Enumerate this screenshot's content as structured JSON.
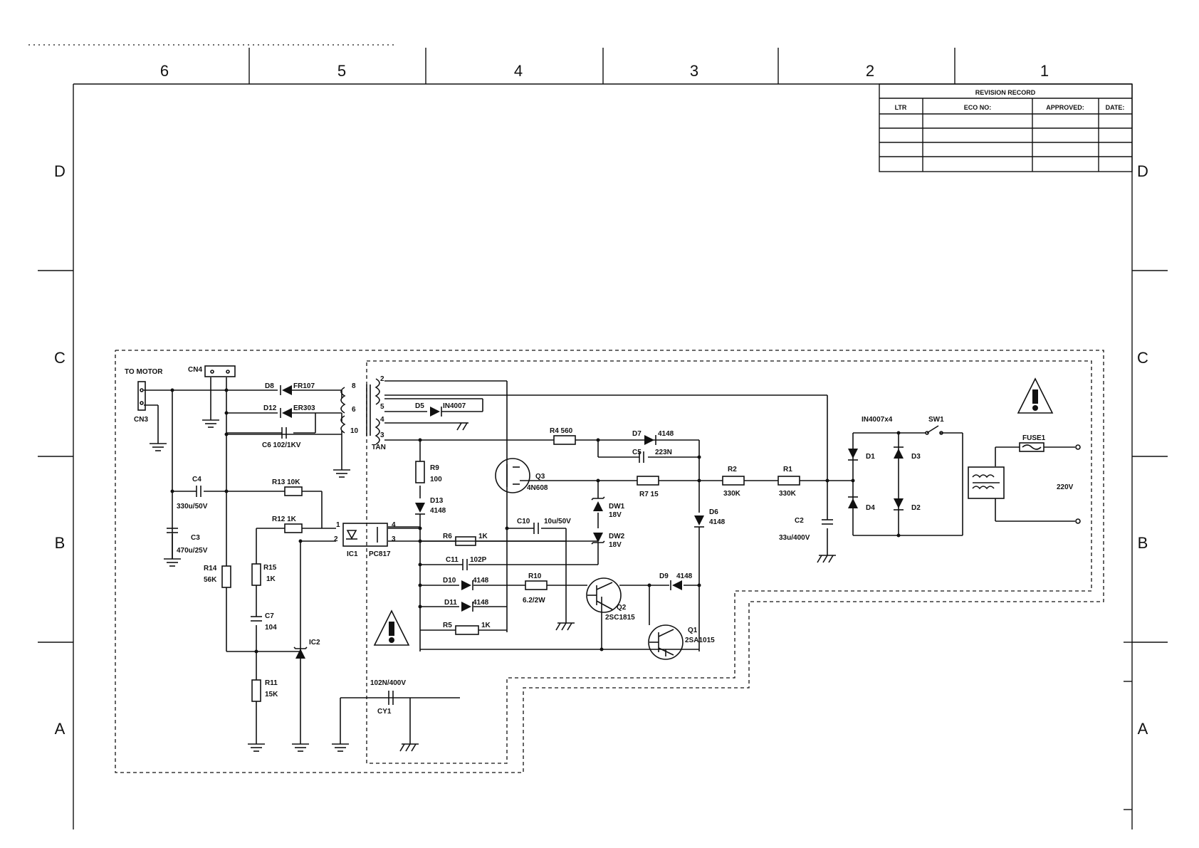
{
  "frame": {
    "columns": [
      "6",
      "5",
      "4",
      "3",
      "2",
      "1"
    ],
    "rows": [
      "D",
      "C",
      "B",
      "A"
    ]
  },
  "revision": {
    "title": "REVISION RECORD",
    "headers": [
      "LTR",
      "ECO NO:",
      "APPROVED:",
      "DATE:"
    ]
  },
  "labels": {
    "to_motor": "TO MOTOR",
    "cn4": "CN4",
    "cn3": "CN3",
    "d8": "D8",
    "d8v": "FR107",
    "d12": "D12",
    "d12v": "ER303",
    "c6": "C6  102/1KV",
    "c4": "C4",
    "c4v": "330u/50V",
    "c3": "C3",
    "c3v": "470u/25V",
    "r13": "R13  10K",
    "r12": "R12  1K",
    "r14": "R14",
    "r14v": "56K",
    "r15": "R15",
    "r15v": "1K",
    "c7": "C7",
    "c7v": "104",
    "r11": "R11",
    "r11v": "15K",
    "ic2": "IC2",
    "ic1": "IC1",
    "pc817": "PC817",
    "tan": "TAN",
    "d5": "D5",
    "d5v": "IN4007",
    "r9": "R9",
    "r9v": "100",
    "d13": "D13",
    "d13v": "4148",
    "q3": "Q3",
    "q3v": "4N608",
    "r4": "R4  560",
    "d7": "D7",
    "d7v": "4148",
    "c5": "C5",
    "c5v": "223N",
    "r7": "R7  15",
    "dw1": "DW1",
    "dw1v": "18V",
    "dw2": "DW2",
    "dw2v": "18V",
    "c10": "C10",
    "c10v": "10u/50V",
    "r6": "R6",
    "r6v": "1K",
    "c11": "C11",
    "c11v": "102P",
    "d10": "D10",
    "d10v": "4148",
    "d11": "D11",
    "d11v": "4148",
    "r5": "R5",
    "r5v": "1K",
    "r10": "R10",
    "r10v": "6.2/2W",
    "q2": "Q2",
    "q2v": "2SC1815",
    "q1": "Q1",
    "q1v": "2SA1015",
    "d9": "D9",
    "d9v": "4148",
    "d6": "D6",
    "d6v": "4148",
    "r2": "R2",
    "r2v": "330K",
    "r1": "R1",
    "r1v": "330K",
    "c2": "C2",
    "c2v": "33u/400V",
    "bridge": "IN4007x4",
    "d1": "D1",
    "d2": "D2",
    "d3": "D3",
    "d4": "D4",
    "sw1": "SW1",
    "fuse": "FUSE1",
    "v220": "220V",
    "cy1v": "102N/400V",
    "cy1": "CY1",
    "pin1": "1",
    "pin2": "2",
    "pin3": "3",
    "pin4": "4",
    "t2": "2",
    "t5": "5",
    "t4": "4",
    "t3": "3",
    "t8": "8",
    "t6": "6",
    "t10": "10"
  }
}
